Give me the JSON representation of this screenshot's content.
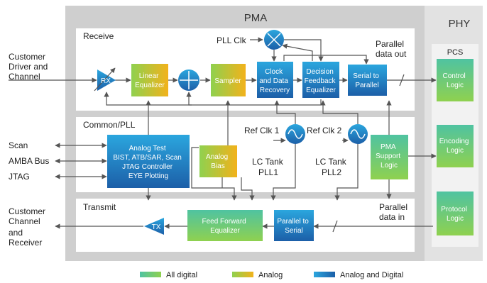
{
  "regions": {
    "phy": "PHY",
    "pma": "PMA",
    "pcs": "PCS",
    "receive": "Receive",
    "common_pll": "Common/PLL",
    "transmit": "Transmit"
  },
  "left_labels": {
    "customer_in": [
      "Customer",
      "Driver and",
      "Channel"
    ],
    "scan": "Scan",
    "amba": "AMBA Bus",
    "jtag": "JTAG",
    "customer_out": [
      "Customer",
      "Channel",
      "and",
      "Receiver"
    ]
  },
  "receive_path": {
    "rx": "RX",
    "linear_equalizer": [
      "Linear",
      "Equalizer"
    ],
    "sampler": "Sampler",
    "cdr": [
      "Clock",
      "and Data",
      "Recovery"
    ],
    "dfe": [
      "Decision",
      "Feedback",
      "Equalizer"
    ],
    "s2p": [
      "Serial to",
      "Parallel"
    ],
    "pll_clk": "PLL Clk",
    "parallel_out": [
      "Parallel",
      "data out"
    ]
  },
  "common": {
    "analog_test": [
      "Analog Test",
      "BIST, ATB/SAR, Scan",
      "JTAG Controller",
      "EYE Plotting"
    ],
    "analog_bias": [
      "Analog",
      "Bias"
    ],
    "ref_clk1": "Ref Clk 1",
    "ref_clk2": "Ref Clk 2",
    "lc_tank1": [
      "LC Tank",
      "PLL1"
    ],
    "lc_tank2": [
      "LC Tank",
      "PLL2"
    ],
    "pma_support": [
      "PMA",
      "Support",
      "Logic"
    ]
  },
  "transmit_path": {
    "tx": "TX",
    "ffe": [
      "Feed Forward",
      "Equalizer"
    ],
    "p2s": [
      "Parallel to",
      "Serial"
    ],
    "parallel_in": [
      "Parallel",
      "data in"
    ]
  },
  "pcs_blocks": {
    "control": [
      "Control",
      "Logic"
    ],
    "encoding": [
      "Encoding",
      "Logic"
    ],
    "protocol": [
      "Protocol",
      "Logic"
    ]
  },
  "legend": {
    "all_digital": "All digital",
    "analog": "Analog",
    "analog_digital": "Analog and Digital"
  },
  "colors": {
    "digital_top": "#4fc3a1",
    "digital_bottom": "#8fd14f",
    "analog_top": "#8fd14f",
    "analog_bottom": "#f2b21b",
    "mixed_top": "#2ba6de",
    "mixed_bottom": "#1c5fa8"
  }
}
